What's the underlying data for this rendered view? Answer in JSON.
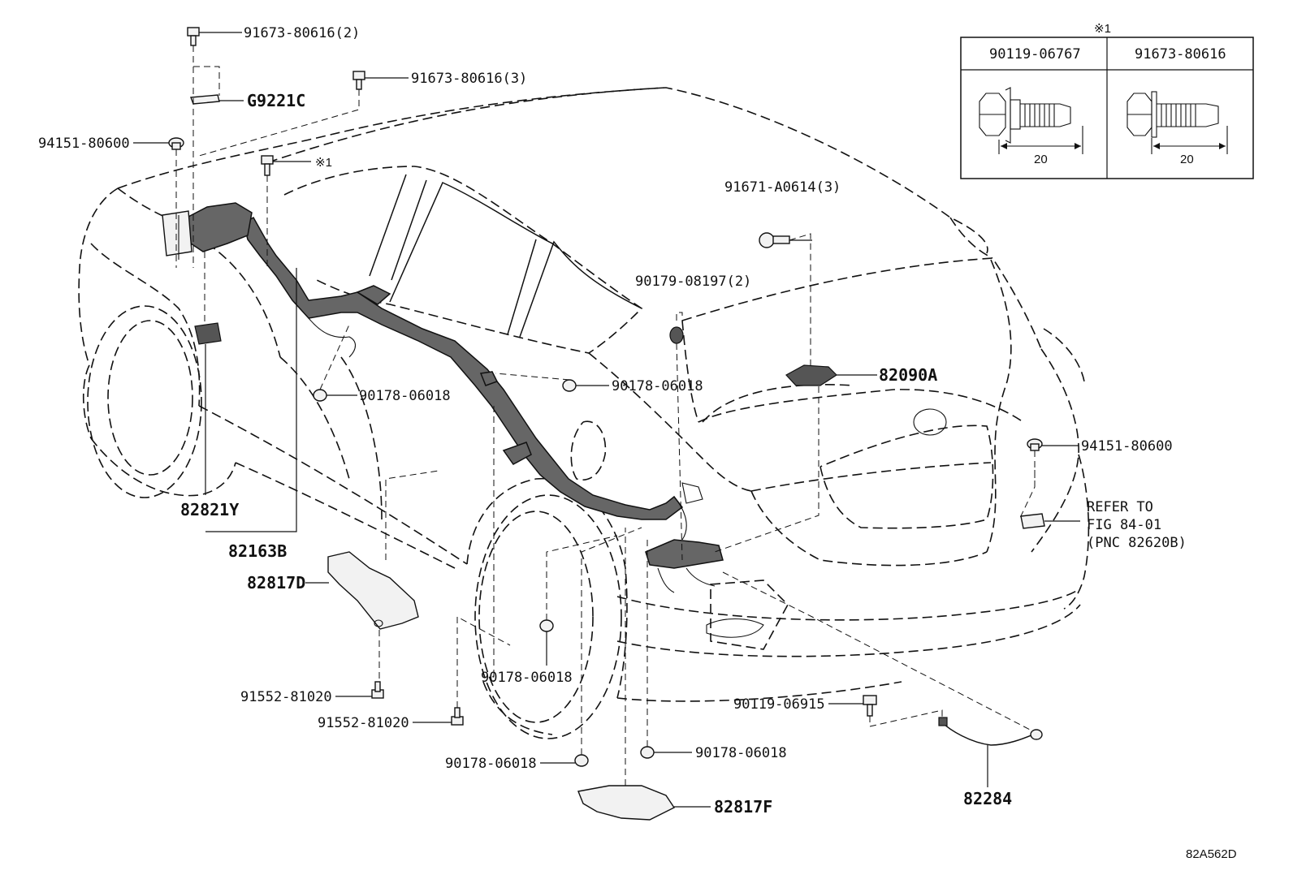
{
  "diagram_code": "82A562D",
  "legend": {
    "note_mark": "※1",
    "columns": [
      {
        "part_number": "90119-06767",
        "dimension": "20"
      },
      {
        "part_number": "91673-80616",
        "dimension": "20"
      }
    ]
  },
  "callouts": {
    "c1": "91673-80616(2)",
    "c2": "91673-80616(3)",
    "c3": "G9221C",
    "c4": "94151-80600",
    "c5": "※1",
    "c6": "91671-A0614(3)",
    "c7": "90179-08197(2)",
    "c8": "82090A",
    "c9": "90178-06018",
    "c10": "90178-06018",
    "c11": "94151-80600",
    "c12": "REFER TO",
    "c13": "FIG 84-01",
    "c14": "(PNC 82620B)",
    "c15": "82821Y",
    "c16": "82163B",
    "c17": "82817D",
    "c18": "90178-06018",
    "c19": "91552-81020",
    "c20": "91552-81020",
    "c21": "90119-06915",
    "c22": "90178-06018",
    "c23": "90178-06018",
    "c24": "82817F",
    "c25": "82284"
  }
}
